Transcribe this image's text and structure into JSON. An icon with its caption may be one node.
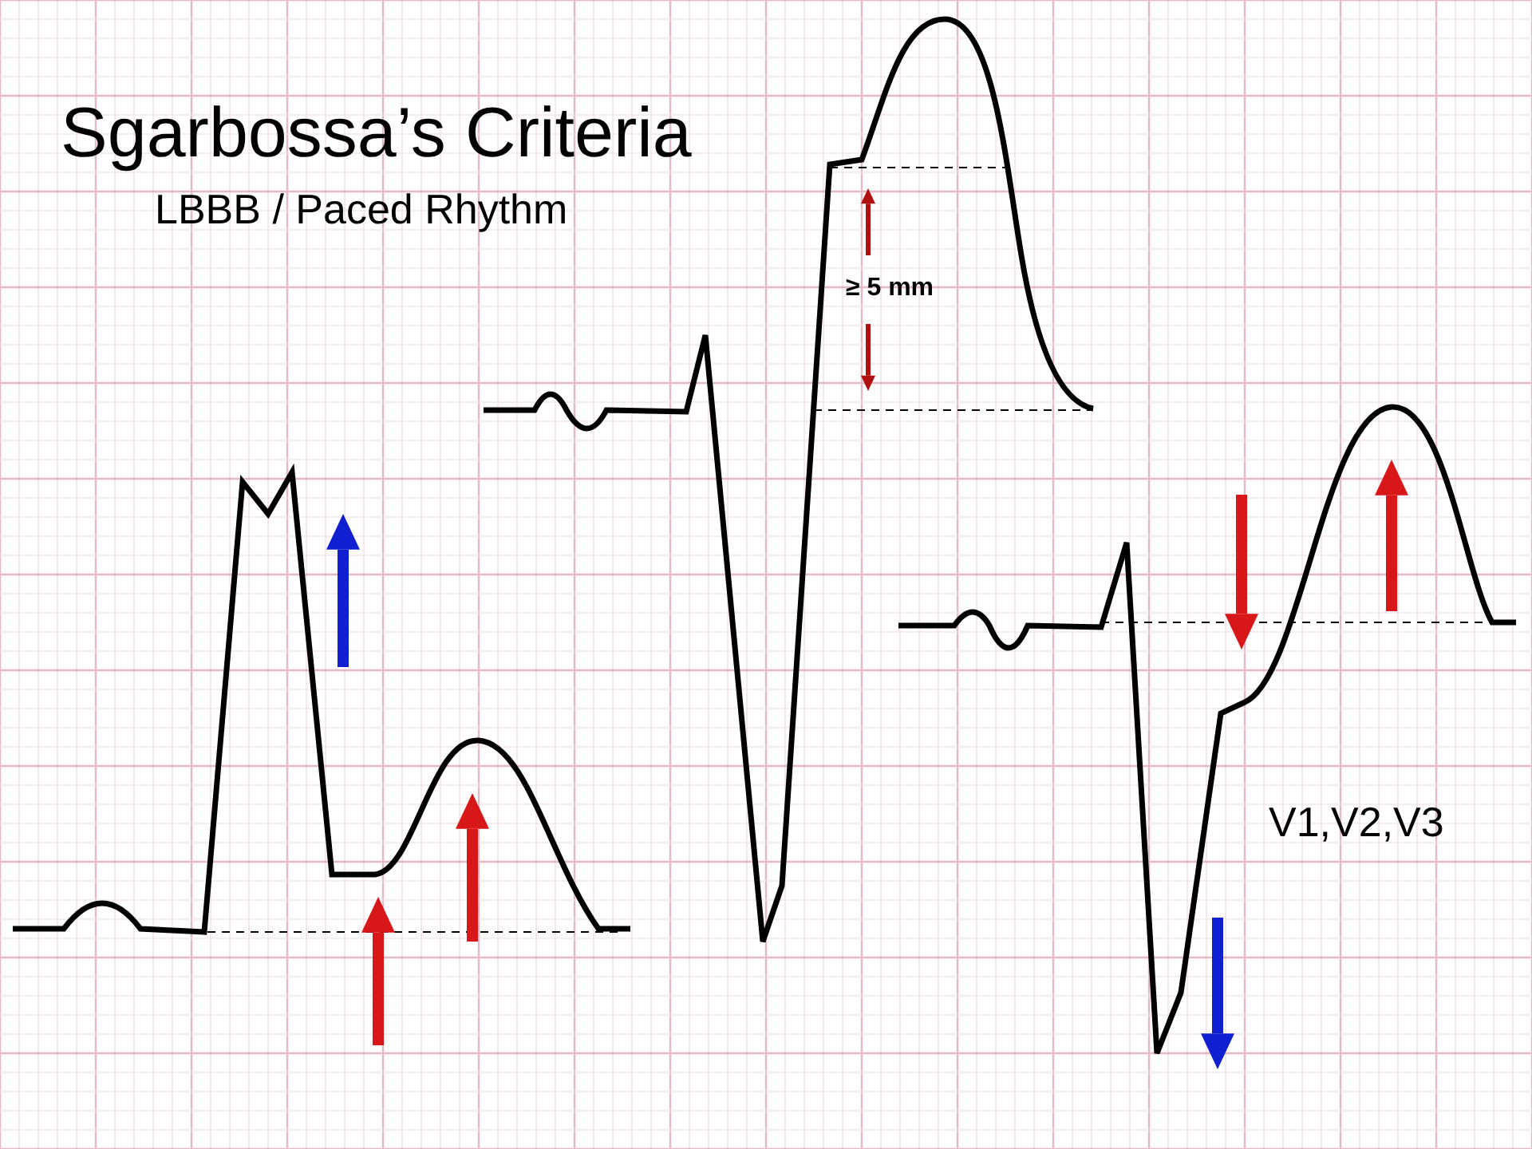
{
  "diagram": {
    "title": "Sgarbossa’s Criteria",
    "labels": [
      "LBBB / Paced Rhythm",
      "≥ 5 mm",
      "V1,V2,V3"
    ]
  }
}
